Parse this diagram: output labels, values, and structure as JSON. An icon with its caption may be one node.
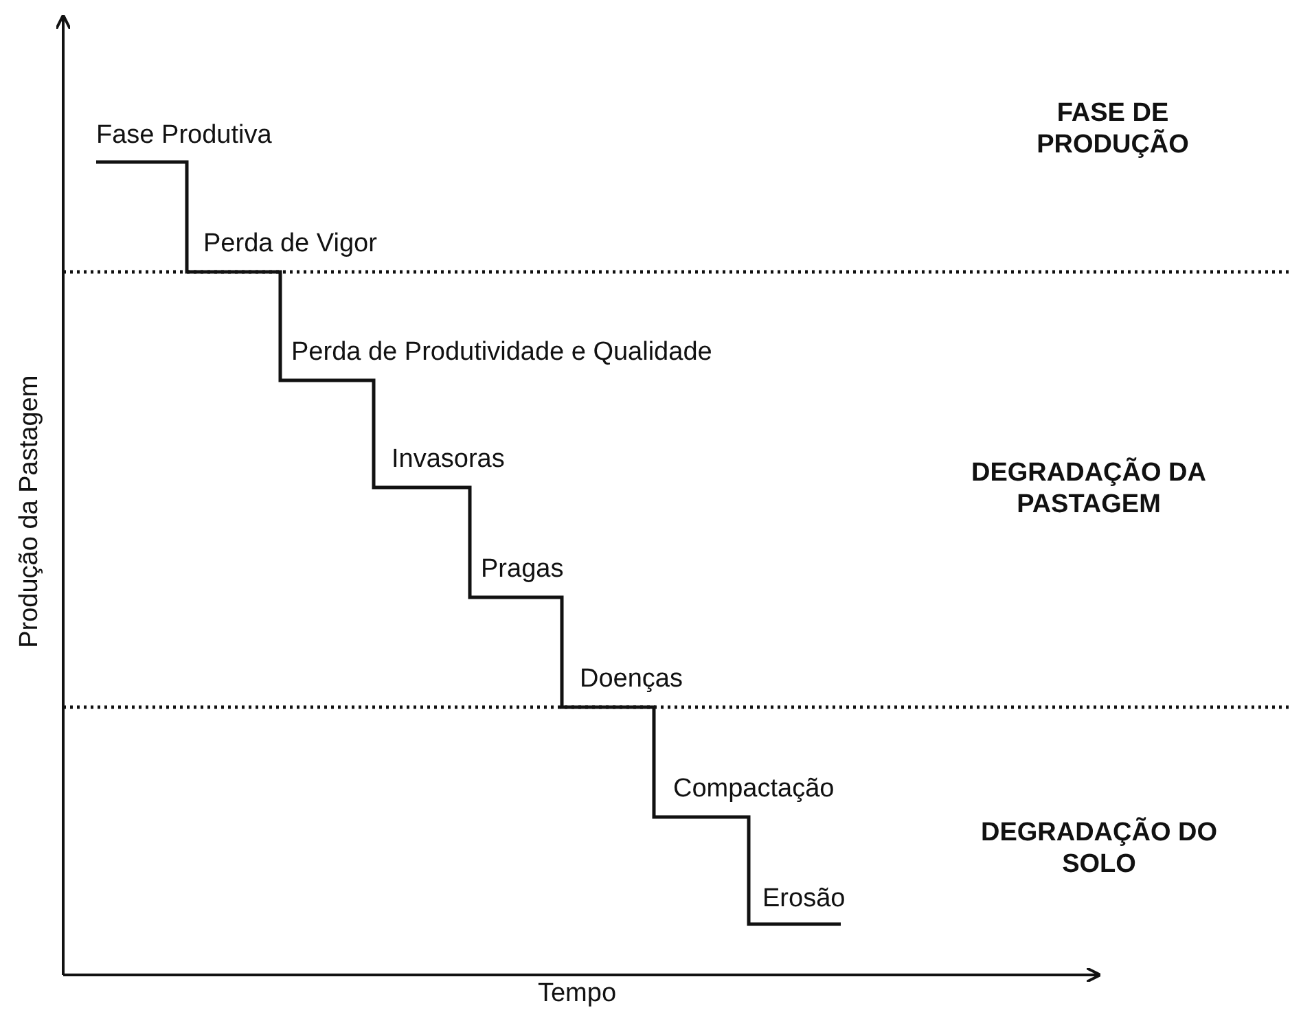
{
  "diagram": {
    "labels": [
      "Fase Produtiva",
      "FASE DE PRODUÇÃO",
      "Perda de Vigor",
      "Perda de Produtividade e Qualidade",
      "Invasoras",
      "DEGRADAÇÃO DA PASTAGEM",
      "Pragas",
      "Doenças",
      "Compactação",
      "Erosão",
      "DEGRADAÇÃO DO SOLO",
      "Produção da Pastagem",
      "Tempo"
    ]
  }
}
